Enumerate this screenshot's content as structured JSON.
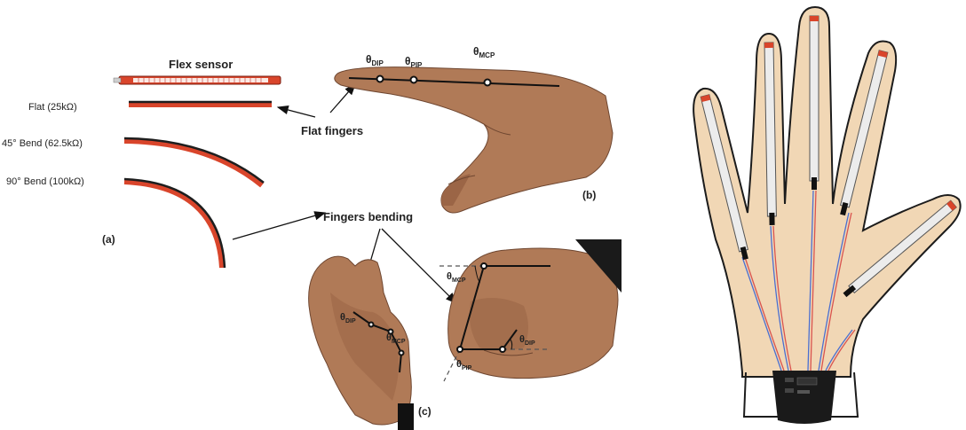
{
  "panel_a": {
    "sensor_title": "Flex sensor",
    "flat_label": "Flat (25kΩ)",
    "bend45_label": "45° Bend (62.5kΩ)",
    "bend90_label": "90° Bend (100kΩ)",
    "panel_label": "(a)"
  },
  "panel_b": {
    "theta_dip_sym": "θ",
    "theta_dip_sub": "DIP",
    "theta_pip_sym": "θ",
    "theta_pip_sub": "PIP",
    "theta_mcp_sym": "θ",
    "theta_mcp_sub": "MCP",
    "flat_fingers_label": "Flat fingers",
    "panel_label": "(b)"
  },
  "panel_c": {
    "fingers_bending_label": "Fingers bending",
    "theta_dip_sym": "θ",
    "theta_dip_sub": "DIP",
    "theta_mcp_sym": "θ",
    "theta_mcp_sub": "MCP",
    "fist_theta_mcp_sym": "θ",
    "fist_theta_mcp_sub": "MCP",
    "fist_theta_dip_sym": "θ",
    "fist_theta_dip_sub": "DIP",
    "fist_theta_pip_sym": "θ",
    "fist_theta_pip_sub": "PIP",
    "panel_label": "(c)"
  },
  "colors": {
    "sensor_red": "#d9452b",
    "sensor_dark": "#1e1e1e",
    "glove_fill": "#f1d7b5",
    "skin": "#b07a57",
    "wire_blue": "#4a6fd1",
    "wire_red": "#d9534f"
  },
  "icons": [
    "flex-sensor-icon",
    "hand-flat-image",
    "palm-image",
    "fist-image",
    "sensor-glove-image"
  ]
}
